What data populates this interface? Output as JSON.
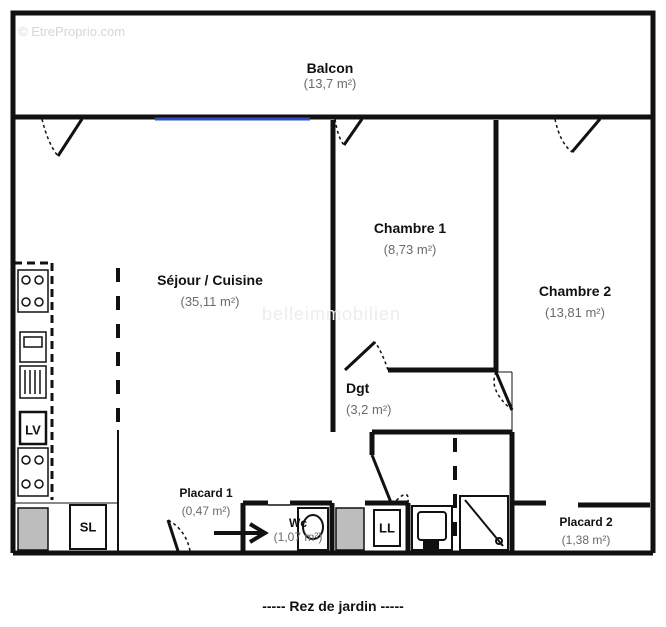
{
  "watermark": "© EtreProprio.com",
  "watermark_center": "belleimmobilien",
  "rooms": {
    "balcon": {
      "name": "Balcon",
      "area": "(13,7 m²)"
    },
    "sejour": {
      "name": "Séjour / Cuisine",
      "area": "(35,11 m²)"
    },
    "chambre1": {
      "name": "Chambre 1",
      "area": "(8,73 m²)"
    },
    "chambre2": {
      "name": "Chambre 2",
      "area": "(13,81 m²)"
    },
    "dgt": {
      "name": "Dgt",
      "area": "(3,2 m²)"
    },
    "placard1": {
      "name": "Placard 1",
      "area": "(0,47 m²)"
    },
    "wc": {
      "name": "Wc",
      "area": "(1,07 m²)"
    },
    "placard2": {
      "name": "Placard 2",
      "area": "(1,38 m²)"
    }
  },
  "fixtures": {
    "lv": "LV",
    "sl": "SL",
    "ll": "LL"
  },
  "footer": "-----  Rez de jardin  -----"
}
